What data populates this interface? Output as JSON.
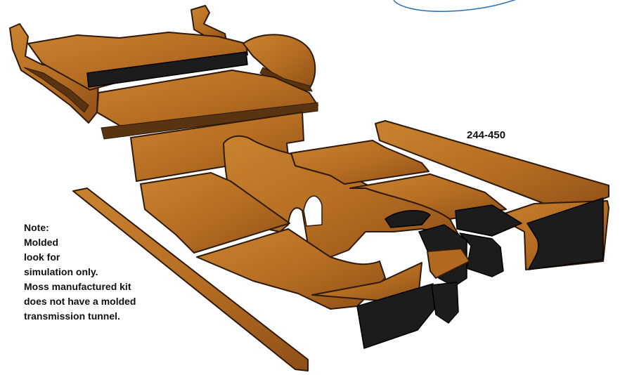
{
  "diagram": {
    "part_number": "244-450",
    "note_lines": [
      "Note:",
      "Molded",
      "look for",
      "simulation only.",
      "Moss manufactured kit",
      "does not have a molded",
      "transmission tunnel."
    ]
  },
  "colors": {
    "carpet_light": "#c27a2c",
    "carpet_dark": "#8f4f17",
    "binding": "#2e1a08",
    "rubber_heel_pad": "#1c1c1c",
    "logo_blue": "#2a6fb0"
  }
}
